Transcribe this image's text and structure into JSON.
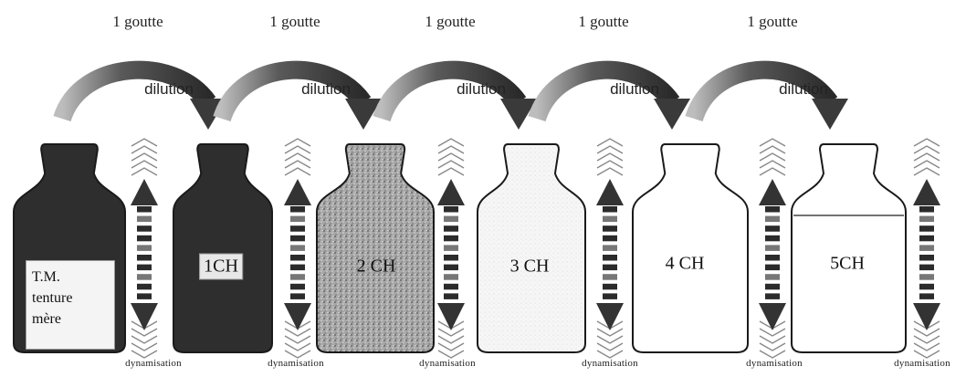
{
  "drop_labels": [
    "1 goutte",
    "1 goutte",
    "1 goutte",
    "1 goutte",
    "1 goutte"
  ],
  "dilution_labels": [
    "dilution",
    "dilution",
    "dilution",
    "dilution",
    "dilution"
  ],
  "dynamisation_labels": [
    "dynamisation",
    "dynamisation",
    "dynamisation",
    "dynamisation",
    "dynamisation",
    "dynamisation"
  ],
  "bottles": [
    {
      "label": "T.M.\ntenture\nmère",
      "fill": "dark"
    },
    {
      "label": "1CH",
      "fill": "dark"
    },
    {
      "label": "2 CH",
      "fill": "speckled"
    },
    {
      "label": "3 CH",
      "fill": "light"
    },
    {
      "label": "4 CH",
      "fill": "white"
    },
    {
      "label": "5CH",
      "fill": "white"
    }
  ],
  "colors": {
    "dark_fill": "#2e2e2e",
    "speckle_fill": "#9a9a9a",
    "light_fill": "#f3f3f3",
    "outline": "#1a1a1a",
    "arrow": "#3a3a3a"
  }
}
